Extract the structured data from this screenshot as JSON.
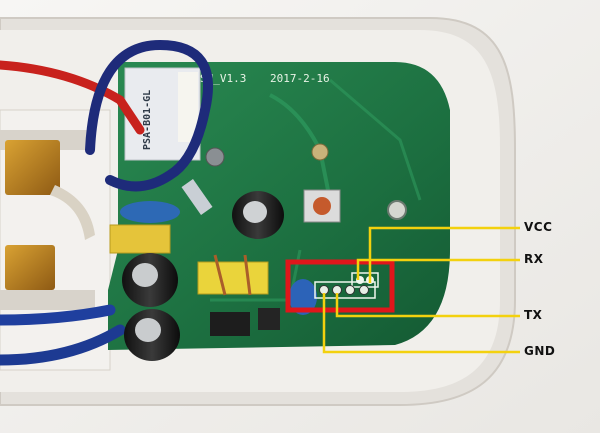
{
  "board": {
    "revision": "SU_V1.3",
    "date": "2017-2-16",
    "relay_marking": "PSA-B01-GL"
  },
  "pins": {
    "vcc": "VCC",
    "rx": "RX",
    "tx": "TX",
    "gnd": "GND"
  },
  "colors": {
    "pcb": "#1f7a46",
    "highlight_box": "#e0161b",
    "leader_lines": "#f3d10e",
    "casing": "#ece9e4"
  }
}
